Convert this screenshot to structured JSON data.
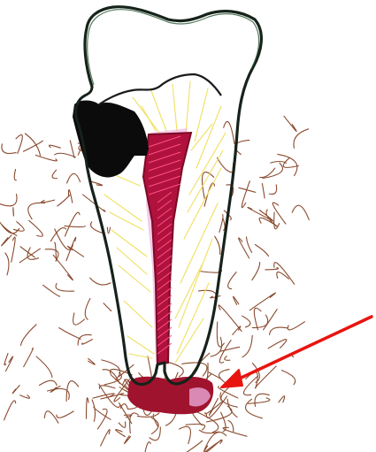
{
  "diagram": {
    "subject": "tooth-cross-section-sketch",
    "parts": [
      "crown-outline",
      "caries-lesion",
      "pulp-canal",
      "dentin-hatching",
      "bone-hatching",
      "periapical-lesion",
      "pointer-arrow"
    ]
  },
  "colors": {
    "background": "#ffffff",
    "outline": "#16221a",
    "caries": "#0b0b0b",
    "pulp": "#b0123d",
    "pulp_light": "#e79ad0",
    "dentin_lines": "#f0e060",
    "bone_lines": "#8a4a2e",
    "lesion": "#a0132e",
    "arrow": "#e8140f"
  }
}
